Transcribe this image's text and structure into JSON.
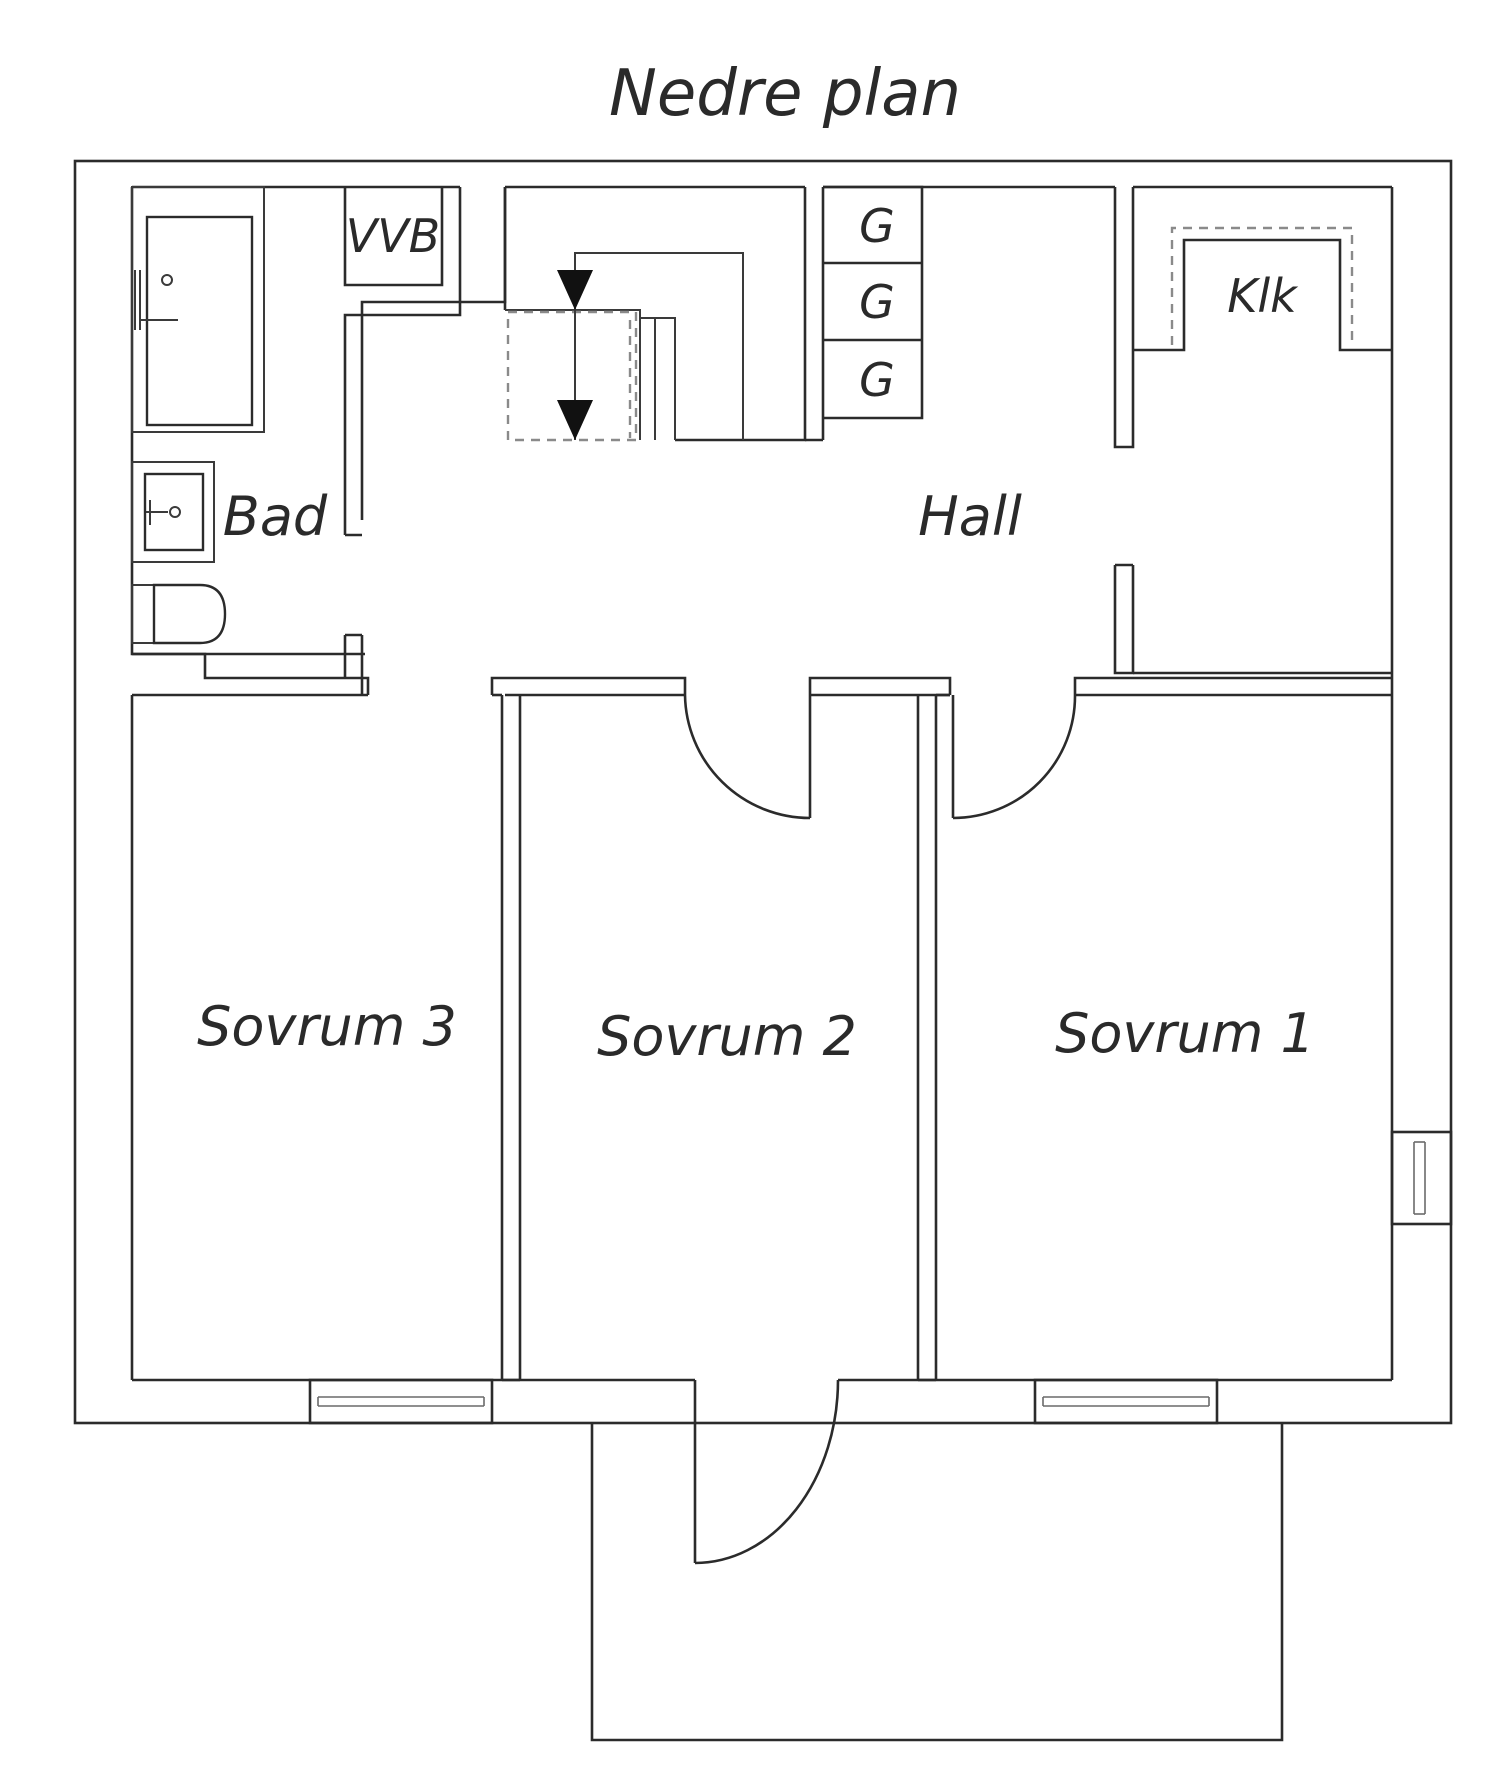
{
  "title": "Nedre plan",
  "rooms": {
    "bad": "Bad",
    "vvb": "VVB",
    "klk": "Klk",
    "hall": "Hall",
    "sovrum3": "Sovrum 3",
    "sovrum2": "Sovrum 2",
    "sovrum1": "Sovrum 1"
  },
  "wardrobes": [
    "G",
    "G",
    "G"
  ],
  "colors": {
    "line": "#2b2b2b",
    "dashed": "#8a8a8a",
    "background": "#ffffff"
  },
  "icons": {
    "stair": "stair-arrow-icon",
    "bathtub": "bathtub-icon",
    "sink": "sink-icon",
    "toilet": "toilet-icon",
    "window": "window-icon",
    "door": "door-swing-icon"
  }
}
